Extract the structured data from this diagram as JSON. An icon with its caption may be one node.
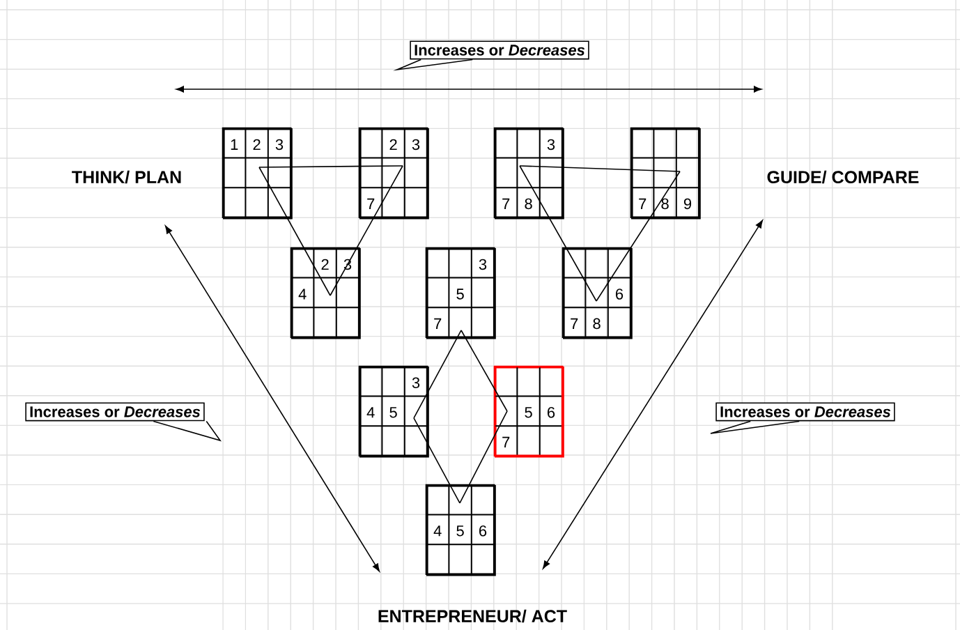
{
  "diagram": {
    "nodes": [
      {
        "text": [
          "Increases or *Decreases*"
        ]
      },
      {
        "text": [
          "THINK/ PLAN"
        ]
      },
      {
        "text": [
          "1",
          "2",
          "3"
        ]
      },
      {
        "text": [
          "2",
          "3",
          "7"
        ]
      },
      {
        "text": [
          "3",
          "7",
          "8"
        ]
      },
      {
        "text": [
          "7",
          "8",
          "9"
        ]
      },
      {
        "text": [
          "GUIDE/ COMPARE"
        ]
      },
      {
        "text": [
          "2",
          "3",
          "4"
        ]
      },
      {
        "text": [
          "3",
          "5",
          "7"
        ]
      },
      {
        "text": [
          "6",
          "7",
          "8"
        ]
      },
      {
        "text": [
          "Increases or *Decreases*"
        ]
      },
      {
        "text": [
          "3",
          "4",
          "5"
        ]
      },
      {
        "text": [
          "5",
          "6",
          "7"
        ]
      },
      {
        "text": [
          "Increases or *Decreases*"
        ]
      },
      {
        "text": [
          "4",
          "5",
          "6"
        ]
      },
      {
        "text": [
          "ENTREPRENEUR/ ACT"
        ]
      }
    ],
    "edges": [
      {
        "from": 1,
        "to": 15,
        "arrow": "both"
      },
      {
        "from": 6,
        "to": 15,
        "arrow": "both"
      },
      {
        "from": 2,
        "to": 3,
        "arrow": "none"
      },
      {
        "from": 3,
        "to": 7,
        "arrow": "none"
      },
      {
        "from": 7,
        "to": 2,
        "arrow": "none"
      },
      {
        "from": 4,
        "to": 5,
        "arrow": "none"
      },
      {
        "from": 5,
        "to": 9,
        "arrow": "none"
      },
      {
        "from": 9,
        "to": 4,
        "arrow": "none"
      },
      {
        "from": 8,
        "to": 11,
        "arrow": "none"
      },
      {
        "from": 11,
        "to": 14,
        "arrow": "none"
      },
      {
        "from": 14,
        "to": 12,
        "arrow": "none"
      },
      {
        "from": 12,
        "to": 8,
        "arrow": "none"
      }
    ]
  }
}
